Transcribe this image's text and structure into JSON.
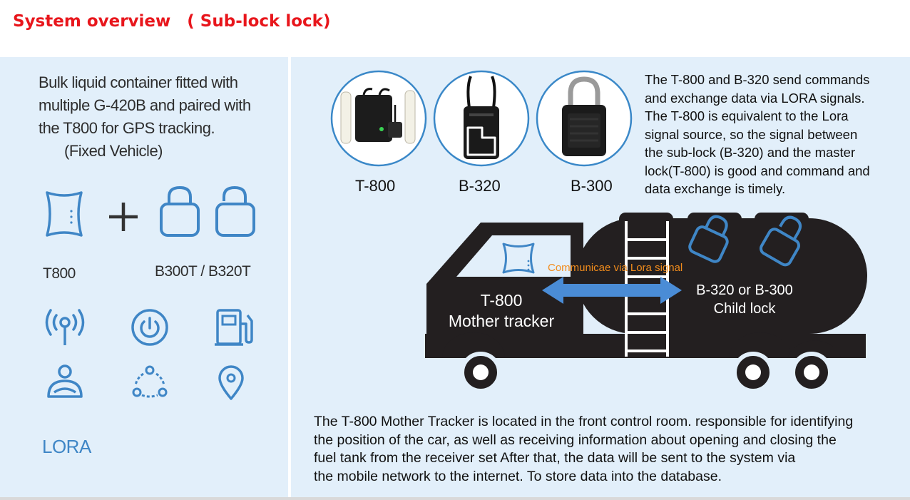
{
  "header": {
    "title": "System overview　( Sub-lock lock)"
  },
  "left_panel": {
    "description_lines": [
      "Bulk liquid container fitted with",
      "multiple G-420B and paired with",
      "the T800 for GPS tracking."
    ],
    "description_sub": "(Fixed Vehicle)",
    "label_t800": "T800",
    "label_b300_b320": "B300T / B320T",
    "lora_label": "LORA"
  },
  "devices": [
    {
      "label": "T-800"
    },
    {
      "label": "B-320"
    },
    {
      "label": "B-300"
    }
  ],
  "right_description_lines": [
    "The T-800 and B-320 send commands",
    "and exchange data via LORA signals.",
    "The T-800 is equivalent to the Lora",
    "signal source, so the signal between",
    "the sub-lock (B-320) and the master",
    "lock(T-800) is good and command and",
    "data exchange is timely."
  ],
  "truck": {
    "communication_label": "Communicae via Lora signal",
    "mother_name": "T-800",
    "mother_role": "Mother tracker",
    "child_name": "B-320 or B-300",
    "child_role": "Child lock"
  },
  "bottom_description_lines": [
    "The T-800 Mother Tracker is located in the front control room. responsible for identifying",
    "the position of the car, as well as receiving information about opening and closing the",
    "fuel tank from the receiver set After that, the data will be sent to the system via",
    "the mobile network to the internet. To store data into the database."
  ],
  "colors": {
    "title": "#e8161c",
    "panel_background": "#e2effa",
    "icon_blue": "#3f86c6",
    "truck": "#231f20",
    "arrow": "#4a8cd6",
    "communication_label": "#f28c1c"
  },
  "icons": [
    "container-icon",
    "plus-icon",
    "padlock-icon",
    "open-padlock-icon",
    "antenna-icon",
    "power-icon",
    "fuel-pump-icon",
    "driver-icon",
    "network-icon",
    "location-pin-icon"
  ]
}
